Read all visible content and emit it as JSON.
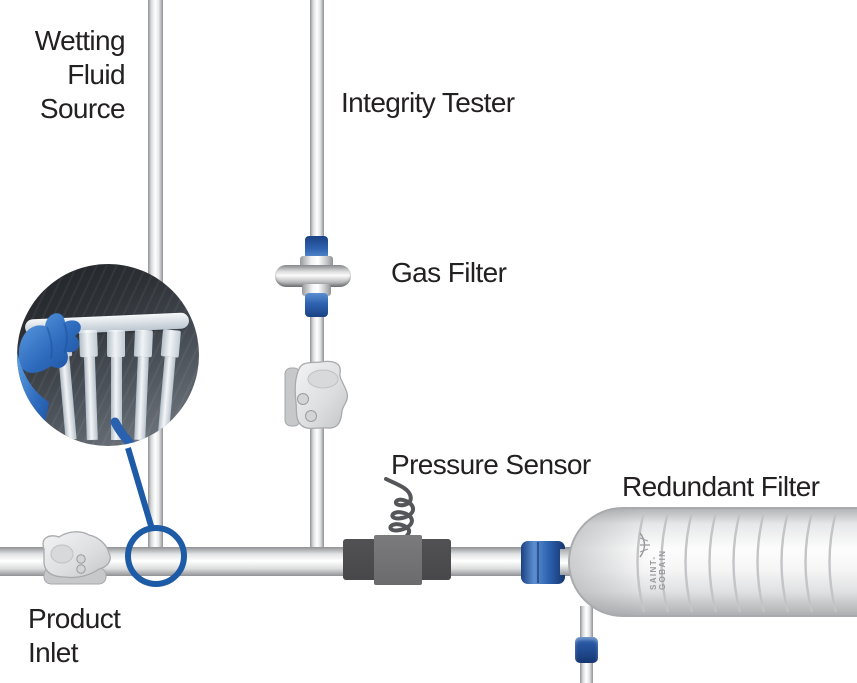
{
  "diagram": {
    "labels": {
      "wetting_fluid_source": {
        "lines": [
          "Wetting",
          "Fluid",
          "Source"
        ]
      },
      "integrity_tester": "Integrity Tester",
      "gas_filter": "Gas Filter",
      "pressure_sensor": "Pressure Sensor",
      "redundant_filter": "Redundant Filter",
      "product_inlet": {
        "lines": [
          "Product",
          "Inlet"
        ]
      }
    },
    "brand": {
      "name": "SAINT-GOBAIN"
    },
    "colors": {
      "callout_blue": "#1d5ba6",
      "connector_blue_dark": "#1b4283",
      "connector_blue_light": "#5b8fd0",
      "sensor_dark_gray": "#4c4c4e",
      "sensor_mid_gray": "#707072",
      "tube_edge_gray": "#8f9194",
      "text_color": "#232021"
    }
  }
}
